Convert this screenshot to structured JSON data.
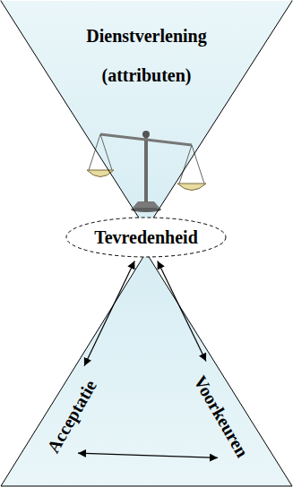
{
  "diagram": {
    "nodes": [
      {
        "text": [
          "Dienstverlening (attributen)"
        ]
      },
      {
        "text": [
          "Tevredenheid"
        ]
      },
      {
        "text": [
          "Acceptatie"
        ]
      },
      {
        "text": [
          "Voorkeuren"
        ]
      }
    ],
    "edges": [
      {
        "from": 2,
        "to": 1,
        "arrow": "both"
      },
      {
        "from": 3,
        "to": 1,
        "arrow": "both"
      },
      {
        "from": 2,
        "to": 3,
        "arrow": "both"
      }
    ]
  }
}
